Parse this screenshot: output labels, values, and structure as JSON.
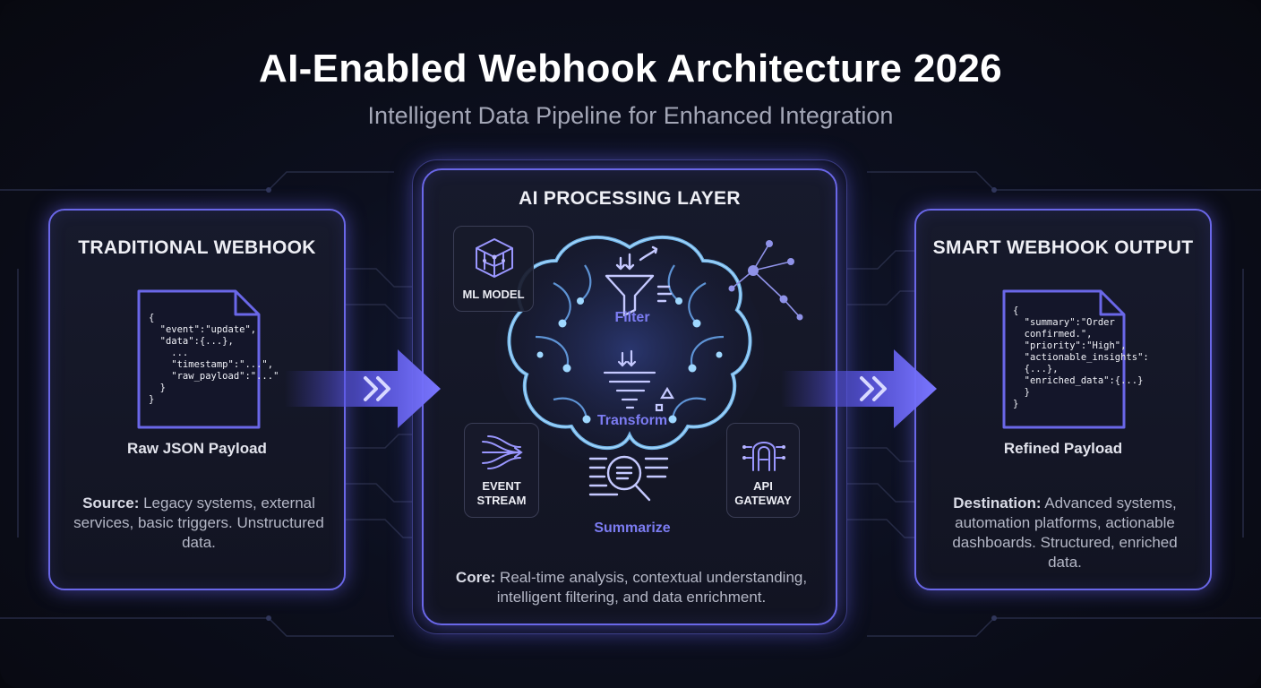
{
  "header": {
    "title": "AI-Enabled Webhook Architecture 2026",
    "subtitle": "Intelligent Data Pipeline for Enhanced Integration"
  },
  "left_panel": {
    "heading": "TRADITIONAL WEBHOOK",
    "payload_lines": [
      "{",
      "  \"event\":\"update\",",
      "  \"data\":{...},",
      "    ...",
      "    \"timestamp\":\"...\",",
      "    \"raw_payload\":\"...\"",
      "  }",
      "}"
    ],
    "payload_label": "Raw JSON Payload",
    "desc_label": "Source:",
    "desc_text": " Legacy systems, external services, basic triggers. Unstructured data."
  },
  "middle_panel": {
    "heading": "AI PROCESSING LAYER",
    "tiles": {
      "ml_model": "ML MODEL",
      "event_stream": [
        "EVENT",
        "STREAM"
      ],
      "api_gateway": [
        "API",
        "GATEWAY"
      ]
    },
    "steps": {
      "filter": "Filter",
      "transform": "Transform",
      "summarize": "Summarize"
    },
    "desc_label": "Core:",
    "desc_text": " Real-time analysis, contextual understanding, intelligent filtering, and data enrichment."
  },
  "right_panel": {
    "heading": "SMART WEBHOOK OUTPUT",
    "payload_lines": [
      "{",
      "  \"summary\":\"Order",
      "  confirmed.\",",
      "  \"priority\":\"High\",",
      "  \"actionable_insights\":",
      "  {...},",
      "  \"enriched_data\":{...}",
      "  }",
      "}"
    ],
    "payload_label": "Refined Payload",
    "desc_label": "Destination:",
    "desc_text": " Advanced systems, automation platforms, actionable dashboards. Structured, enriched data."
  },
  "colors": {
    "accent": "#6a67e8",
    "glow": "#8a86ff",
    "brain": "#7ec8ff",
    "step_label": "#7c7cf2"
  }
}
